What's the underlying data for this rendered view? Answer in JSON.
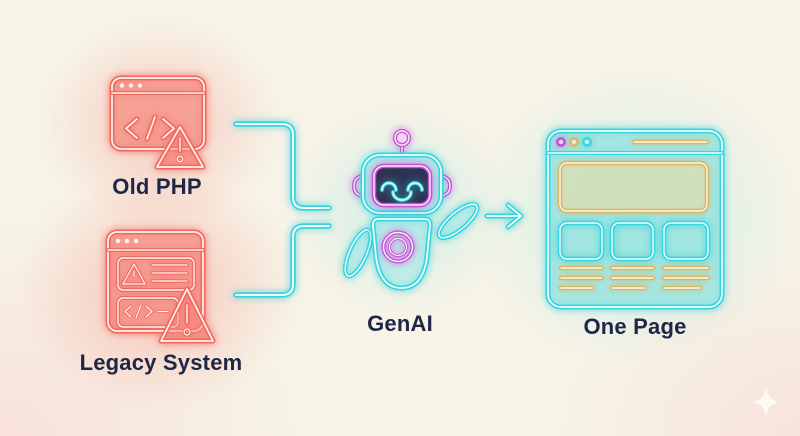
{
  "diagram": {
    "title_present": false,
    "nodes": [
      {
        "id": "old-php",
        "label": "Old PHP",
        "icon": "broken-code-window-icon",
        "neon_color": "#f06a60"
      },
      {
        "id": "legacy-system",
        "label": "Legacy System",
        "icon": "legacy-error-window-icon",
        "neon_color": "#f06a60"
      },
      {
        "id": "genai",
        "label": "GenAI",
        "icon": "robot-icon",
        "neon_color": "#38d5e0",
        "accent_color": "#c94fd4"
      },
      {
        "id": "one-page",
        "label": "One Page",
        "icon": "webpage-wireframe-icon",
        "neon_color": "#38d5e0",
        "accent_color": "#d7b86a"
      }
    ],
    "connections": [
      {
        "from": "old-php",
        "to": "genai",
        "style": "neon-elbow-line",
        "color": "#38d5e0"
      },
      {
        "from": "legacy-system",
        "to": "genai",
        "style": "neon-elbow-line",
        "color": "#38d5e0"
      },
      {
        "from": "genai",
        "to": "one-page",
        "style": "neon-arrow",
        "color": "#38d5e0"
      }
    ],
    "decorations": [
      {
        "id": "sparkle",
        "icon": "sparkle-icon",
        "color": "#fdfaf5"
      }
    ],
    "palette": {
      "background": "#f7f3e7",
      "neon_red": "#f06a60",
      "neon_cyan": "#38d5e0",
      "neon_magenta": "#c94fd4",
      "neon_yellow": "#d7b86a",
      "label_color": "#1e2745"
    }
  }
}
